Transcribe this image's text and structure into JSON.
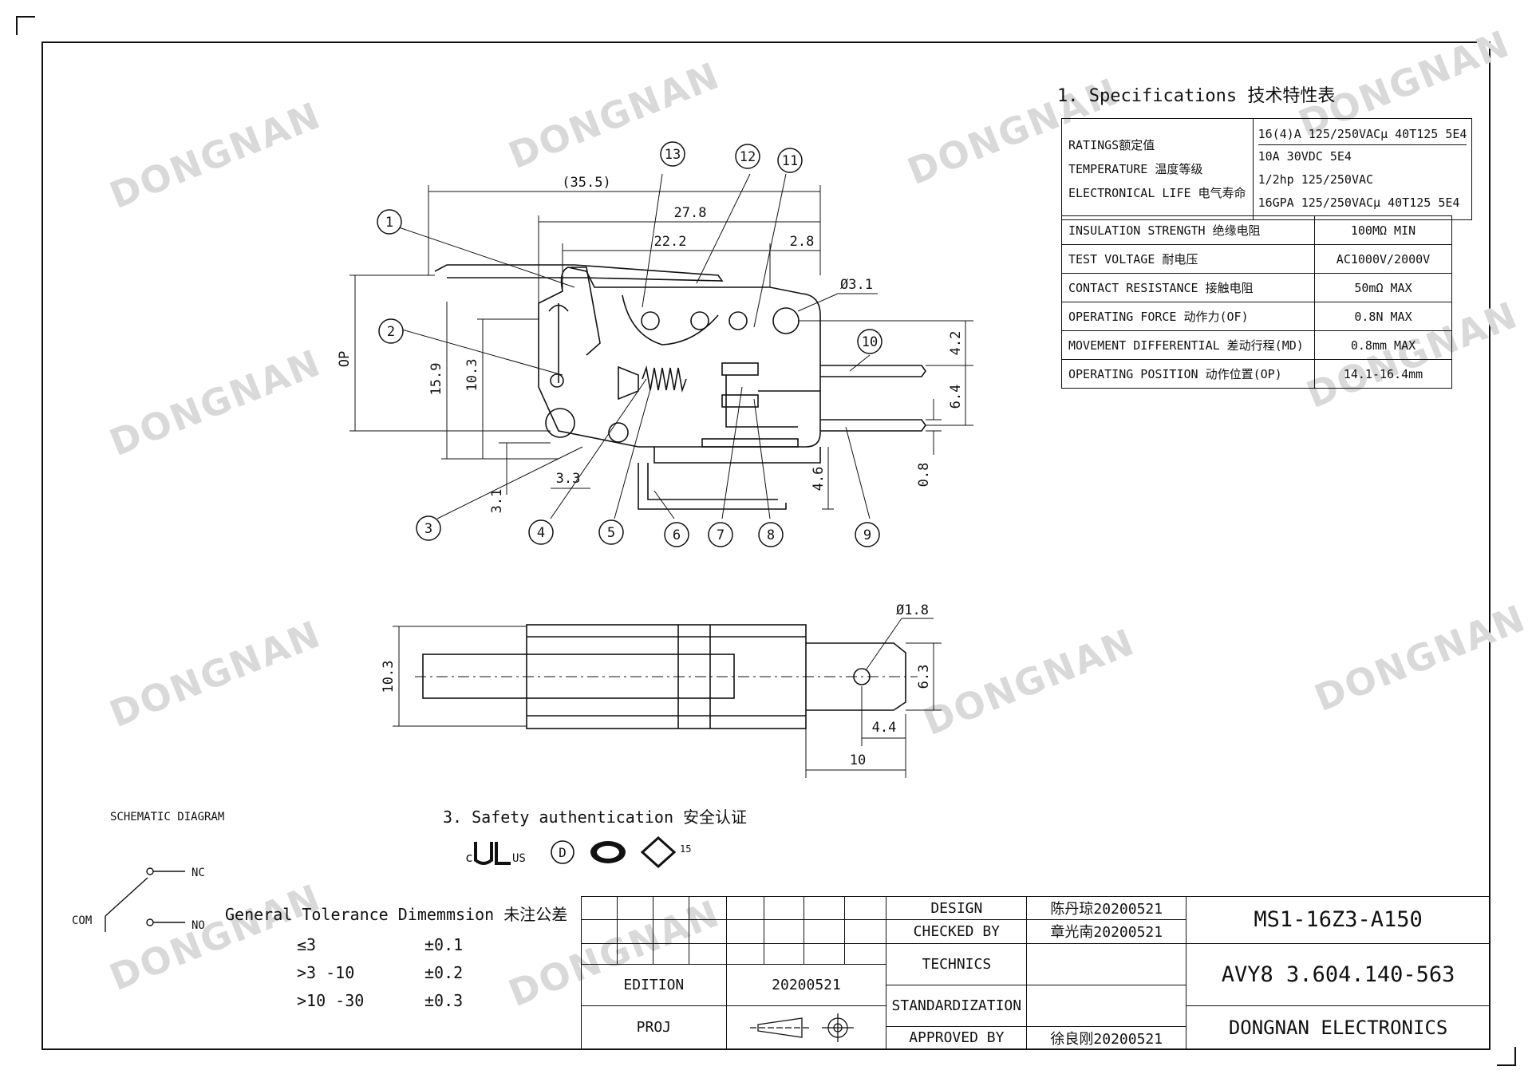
{
  "specs": {
    "title": "1. Specifications  技术特性表",
    "ratings_labels": [
      "RATINGS额定值",
      "TEMPERATURE 温度等级",
      "ELECTRONICAL LIFE 电气寿命"
    ],
    "ratings_values": [
      "16(4)A 125/250VACμ 40T125 5E4",
      "10A 30VDC  5E4",
      "1/2hp 125/250VAC",
      "16GPA 125/250VACμ 40T125 5E4"
    ],
    "rows": [
      {
        "label": "INSULATION STRENGTH 绝缘电阻",
        "value": "100MΩ MIN"
      },
      {
        "label": "TEST VOLTAGE 耐电压",
        "value": "AC1000V/2000V"
      },
      {
        "label": "CONTACT RESISTANCE 接触电阻",
        "value": "50mΩ MAX"
      },
      {
        "label": "OPERATING FORCE 动作力(OF)",
        "value": "0.8N MAX"
      },
      {
        "label": "MOVEMENT DIFFERENTIAL 差动行程(MD)",
        "value": "0.8mm MAX"
      },
      {
        "label": "OPERATING POSITION 动作位置(OP)",
        "value": "14.1-16.4mm"
      }
    ]
  },
  "dims_side": {
    "d355": "(35.5)",
    "d278": "27.8",
    "d222": "22.2",
    "d28": "2.8",
    "dia31": "Ø3.1",
    "op": "OP",
    "d159": "15.9",
    "d103": "10.3",
    "d42": "4.2",
    "d64": "6.4",
    "d33": "3.3",
    "d31": "3.1",
    "d46": "4.6",
    "d08": "0.8"
  },
  "dims_bottom": {
    "d103": "10.3",
    "dia18": "Ø1.8",
    "d63": "6.3",
    "d44": "4.4",
    "d10": "10"
  },
  "callouts": [
    "1",
    "2",
    "3",
    "4",
    "5",
    "6",
    "7",
    "8",
    "9",
    "10",
    "11",
    "12",
    "13"
  ],
  "schematic": {
    "title": "SCHEMATIC DIAGRAM",
    "nc": "NC",
    "no": "NO",
    "com": "COM"
  },
  "safety": {
    "title": "3. Safety authentication  安全认证",
    "ul_c": "c",
    "ul_us": "US",
    "d_mark": "D",
    "enec": "15"
  },
  "tolerance": {
    "title": "General Tolerance Dimemmsion 未注公差",
    "rows": [
      {
        "range": "≤3",
        "tol": "±0.1"
      },
      {
        "range": ">3 -10",
        "tol": "±0.2"
      },
      {
        "range": ">10 -30",
        "tol": "±0.3"
      }
    ]
  },
  "titleblock": {
    "edition_label": "EDITION",
    "edition_value": "20200521",
    "proj_label": "PROJ",
    "design_label": "DESIGN",
    "design_value": "陈丹琼20200521",
    "checked_label": "CHECKED BY",
    "checked_value": "章光南20200521",
    "technics_label": "TECHNICS",
    "std_label": "STANDARDIZATION",
    "approved_label": "APPROVED BY",
    "approved_value": "徐良刚20200521",
    "model": "MS1-16Z3-A150",
    "drawing_no": "AVY8 3.604.140-563",
    "company": "DONGNAN ELECTRONICS"
  },
  "watermark_text": "DONGNAN"
}
